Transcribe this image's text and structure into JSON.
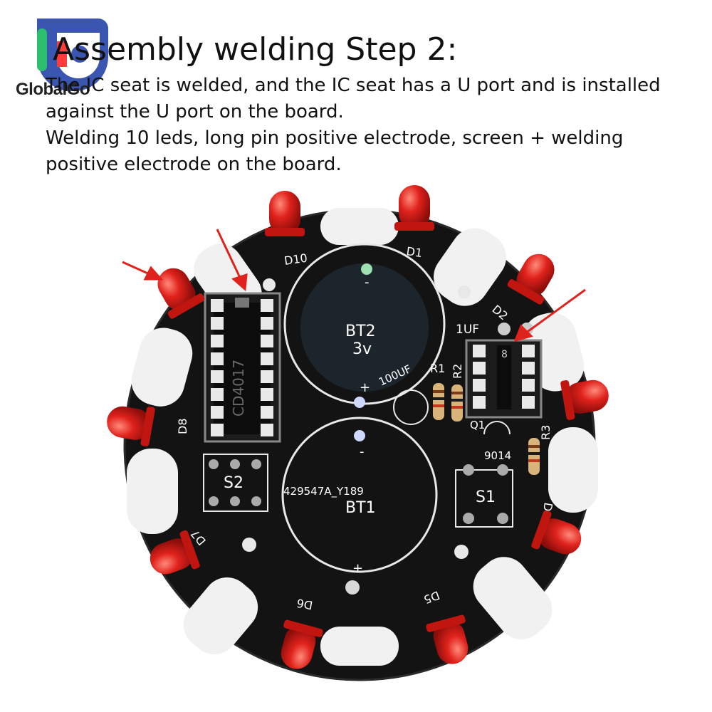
{
  "brand": {
    "name": "GlobalGo",
    "logo_icon": "globalgo-logo-icon"
  },
  "heading": {
    "title": "Assembly welding Step 2:",
    "lines": [
      "The IC seat is welded, and the IC seat has a U port and is installed",
      "against the U port on the board.",
      "Welding 10 leds, long pin positive electrode, screen + welding",
      "positive electrode on the board."
    ]
  },
  "board": {
    "colors": {
      "pcb": "#121212",
      "pads": "#f2f2f2",
      "led": "#e0221c",
      "arrow": "#e0221c",
      "silk": "#ffffff"
    },
    "led_labels": [
      "D1",
      "D2",
      "D4",
      "D5",
      "D6",
      "D7",
      "D8",
      "D10"
    ],
    "battery_top": {
      "name": "BT2",
      "voltage": "3v",
      "minus": "-",
      "plus": "+"
    },
    "battery_bottom": {
      "name": "BT1",
      "code": "429547A_Y189",
      "minus": "-",
      "plus": "+"
    },
    "ic_big": {
      "label": "CD4017"
    },
    "ic_small": {
      "label": "8"
    },
    "cap_label": "1UF",
    "elec_cap_label": "100UF",
    "resistors": [
      "R1",
      "R2",
      "R3"
    ],
    "transistor": {
      "name": "Q1",
      "part": "9014"
    },
    "switches": [
      "S1",
      "S2"
    ]
  }
}
